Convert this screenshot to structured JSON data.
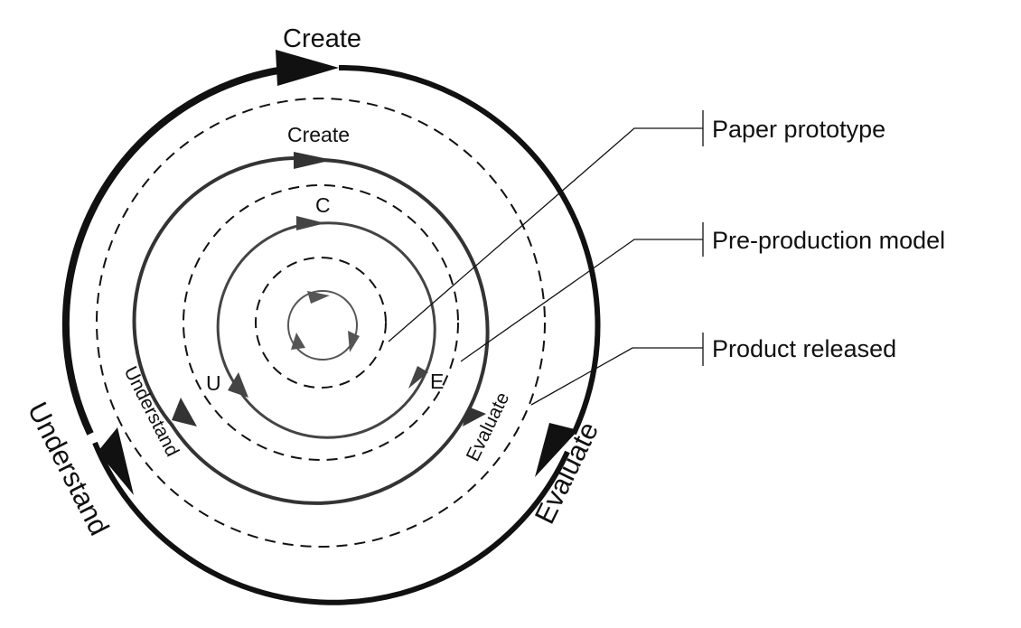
{
  "outer_loop": {
    "create": "Create",
    "understand": "Understand",
    "evaluate": "Evaluate"
  },
  "middle_loop": {
    "create": "Create",
    "understand": "Understand",
    "evaluate": "Evaluate"
  },
  "inner_loop": {
    "create": "C",
    "understand": "U",
    "evaluate": "E"
  },
  "callouts": {
    "paper_prototype": "Paper prototype",
    "pre_production_model": "Pre-production model",
    "product_released": "Product released"
  }
}
